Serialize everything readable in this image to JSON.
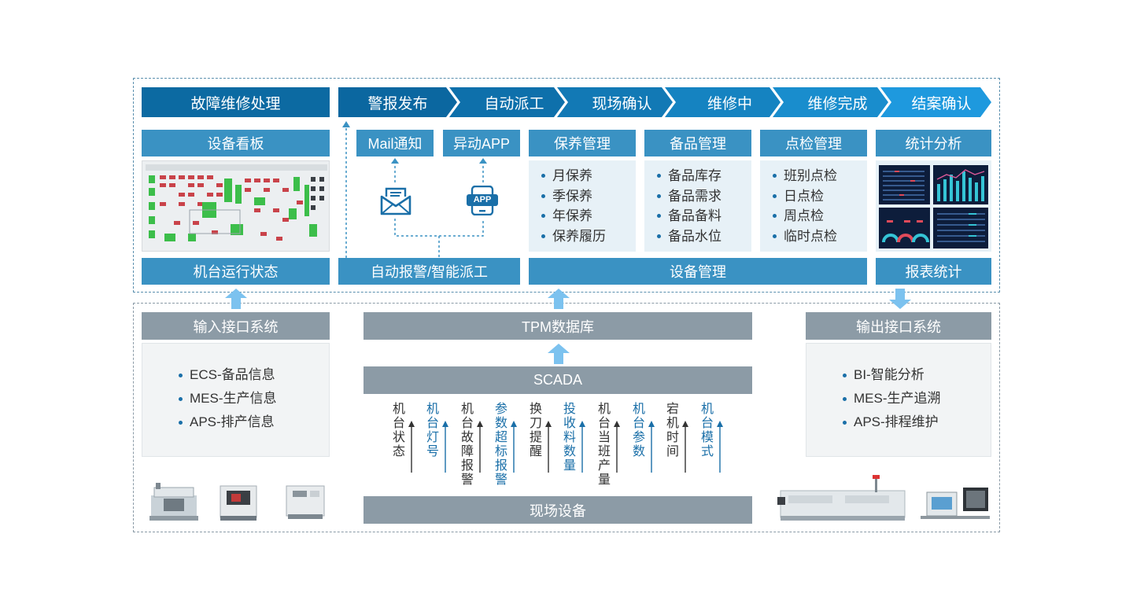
{
  "top": {
    "fault_repair": "故障维修处理",
    "steps": [
      "警报发布",
      "自动派工",
      "现场确认",
      "维修中",
      "维修完成",
      "结案确认"
    ],
    "dashboard": "设备看板",
    "machine_status": "机台运行状态",
    "mail_notify": "Mail通知",
    "app_notify": "异动APP",
    "app_badge": "APP",
    "auto_alarm": "自动报警/智能派工",
    "equipment_mgmt": "设备管理",
    "report_stats": "报表统计",
    "modules": [
      {
        "title": "保养管理",
        "items": [
          "月保养",
          "季保养",
          "年保养",
          "保养履历"
        ]
      },
      {
        "title": "备品管理",
        "items": [
          "备品库存",
          "备品需求",
          "备品备料",
          "备品水位"
        ]
      },
      {
        "title": "点检管理",
        "items": [
          "班别点检",
          "日点检",
          "周点检",
          "临时点检"
        ]
      },
      {
        "title": "统计分析",
        "items": []
      }
    ]
  },
  "bottom": {
    "input_title": "输入接口系统",
    "input_items": [
      "ECS-备品信息",
      "MES-生产信息",
      "APS-排产信息"
    ],
    "output_title": "输出接口系统",
    "output_items": [
      "BI-智能分析",
      "MES-生产追溯",
      "APS-排程维护"
    ],
    "tpm_db": "TPM数据库",
    "scada": "SCADA",
    "field_devices": "现场设备",
    "signals": [
      {
        "text": "机台状态",
        "color": "dark"
      },
      {
        "text": "机台灯号",
        "color": "blue"
      },
      {
        "text": "机台故障报警",
        "color": "dark"
      },
      {
        "text": "参数超标报警",
        "color": "blue"
      },
      {
        "text": "换刀提醒",
        "color": "dark"
      },
      {
        "text": "投收料数量",
        "color": "blue"
      },
      {
        "text": "机台当班产量",
        "color": "dark"
      },
      {
        "text": "机台参数",
        "color": "blue"
      },
      {
        "text": "宕机时间",
        "color": "dark"
      },
      {
        "text": "机台模式",
        "color": "blue"
      }
    ]
  },
  "colors": {
    "dark_blue": "#0c6aa2",
    "mid_blue": "#3a92c3",
    "light_blue_fill": "#e7f1f7",
    "grey_header": "#8c9ba6",
    "arrow_blue": "#7cc2ef"
  }
}
